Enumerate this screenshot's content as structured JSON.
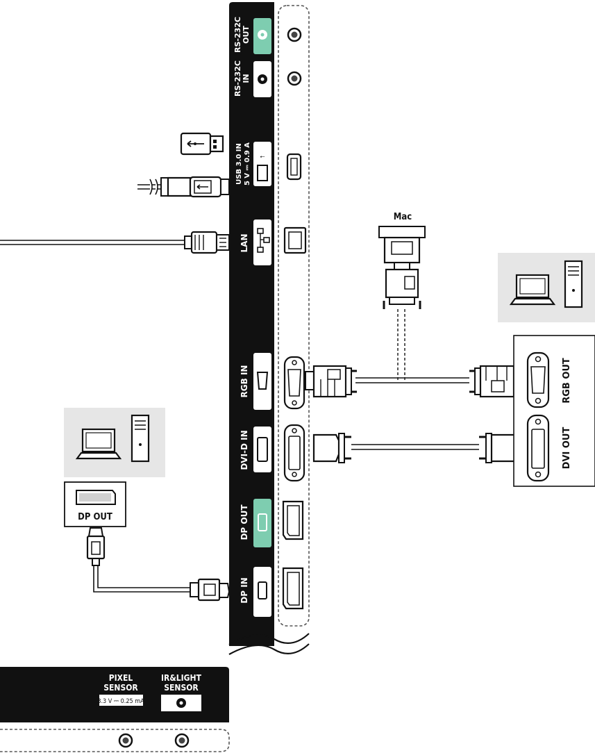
{
  "panel": {
    "rs232c_out": [
      "RS-232C",
      "OUT"
    ],
    "rs232c_in": [
      "RS-232C",
      "IN"
    ],
    "usb": [
      "USB 3.0 IN",
      "5 V ⎓ 0.9 A"
    ],
    "lan": "LAN",
    "rgb_in": "RGB IN",
    "dvi_in": "DVI-D IN",
    "dp_out": "DP OUT",
    "dp_in": "DP IN"
  },
  "external": {
    "mac_label": "Mac",
    "rgb_out": "RGB OUT",
    "dvi_out": "DVI OUT",
    "dp_out": "DP OUT"
  },
  "sensors": {
    "pixel": [
      "PIXEL",
      "SENSOR"
    ],
    "pixel_rating": "3.3 V ⎓ 0.25 mA",
    "irlight": [
      "IR&LIGHT",
      "SENSOR"
    ]
  },
  "colors": {
    "panel": "#111111",
    "accent": "#7ecdb0",
    "device_bg": "#e6e6e6",
    "line": "#111111"
  }
}
